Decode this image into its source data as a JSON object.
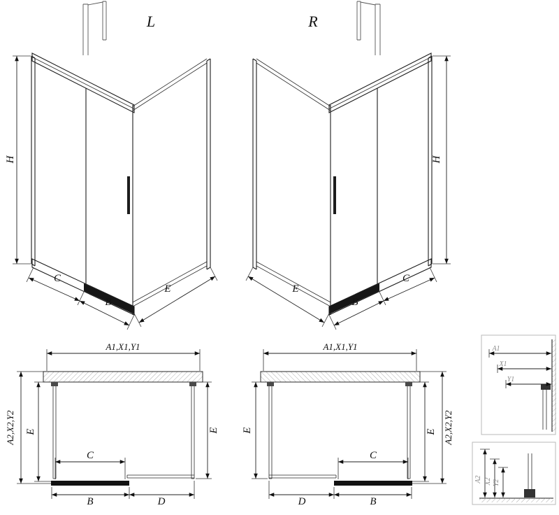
{
  "diagram": {
    "variants": {
      "left": "L",
      "right": "R"
    },
    "dims": {
      "h": "H",
      "c": "C",
      "b": "B",
      "d": "D",
      "e": "E",
      "width_group": "A1,X1,Y1",
      "depth_group": "A2,X2,Y2"
    },
    "details": {
      "a1": "A1",
      "x1": "X1",
      "y1": "Y1",
      "a2": "A2",
      "x2": "X2",
      "y2": "Y2"
    }
  }
}
